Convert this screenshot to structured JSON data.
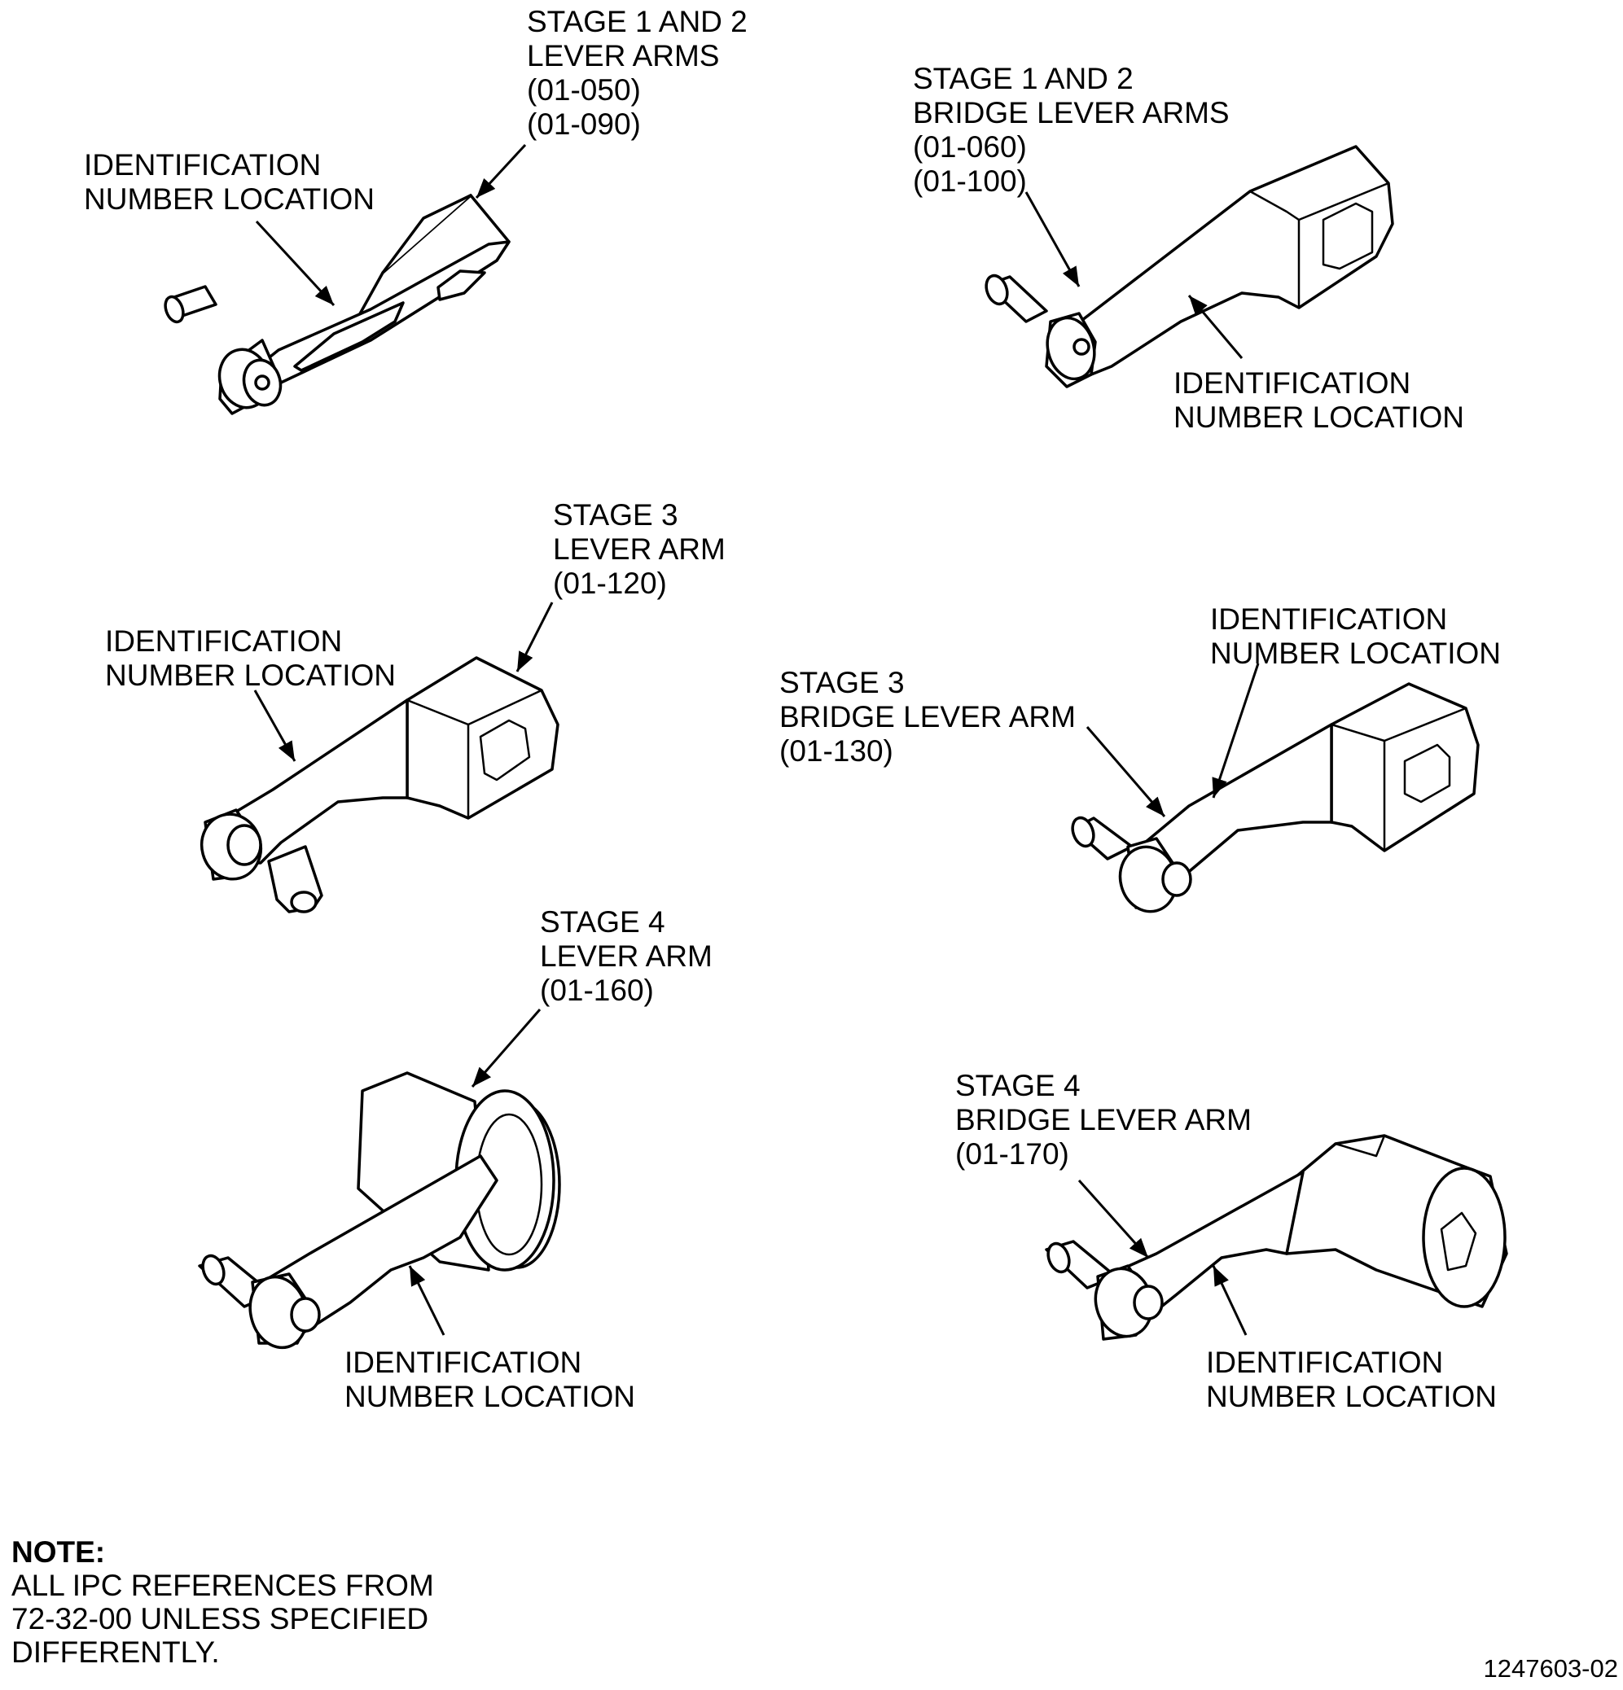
{
  "callouts": {
    "s12_lever": [
      "STAGE 1 AND 2",
      "LEVER ARMS",
      "(01-050)",
      "(01-090)"
    ],
    "s12_lever_id": [
      "IDENTIFICATION",
      "NUMBER LOCATION"
    ],
    "s12_bridge": [
      "STAGE 1 AND 2",
      "BRIDGE LEVER ARMS",
      "(01-060)",
      "(01-100)"
    ],
    "s12_bridge_id": [
      "IDENTIFICATION",
      "NUMBER LOCATION"
    ],
    "s3_lever": [
      "STAGE 3",
      "LEVER ARM",
      "(01-120)"
    ],
    "s3_lever_id": [
      "IDENTIFICATION",
      "NUMBER LOCATION"
    ],
    "s3_bridge_id": [
      "IDENTIFICATION",
      "NUMBER LOCATION"
    ],
    "s3_bridge": [
      "STAGE 3",
      "BRIDGE LEVER ARM",
      "(01-130)"
    ],
    "s4_lever": [
      "STAGE 4",
      "LEVER ARM",
      "(01-160)"
    ],
    "s4_lever_id": [
      "IDENTIFICATION",
      "NUMBER LOCATION"
    ],
    "s4_bridge": [
      "STAGE 4",
      "BRIDGE LEVER ARM",
      "(01-170)"
    ],
    "s4_bridge_id": [
      "IDENTIFICATION",
      "NUMBER LOCATION"
    ]
  },
  "note": {
    "title": "NOTE:",
    "lines": [
      "ALL IPC REFERENCES FROM",
      "72-32-00 UNLESS SPECIFIED",
      "DIFFERENTLY."
    ]
  },
  "figure_number": "1247603-02"
}
